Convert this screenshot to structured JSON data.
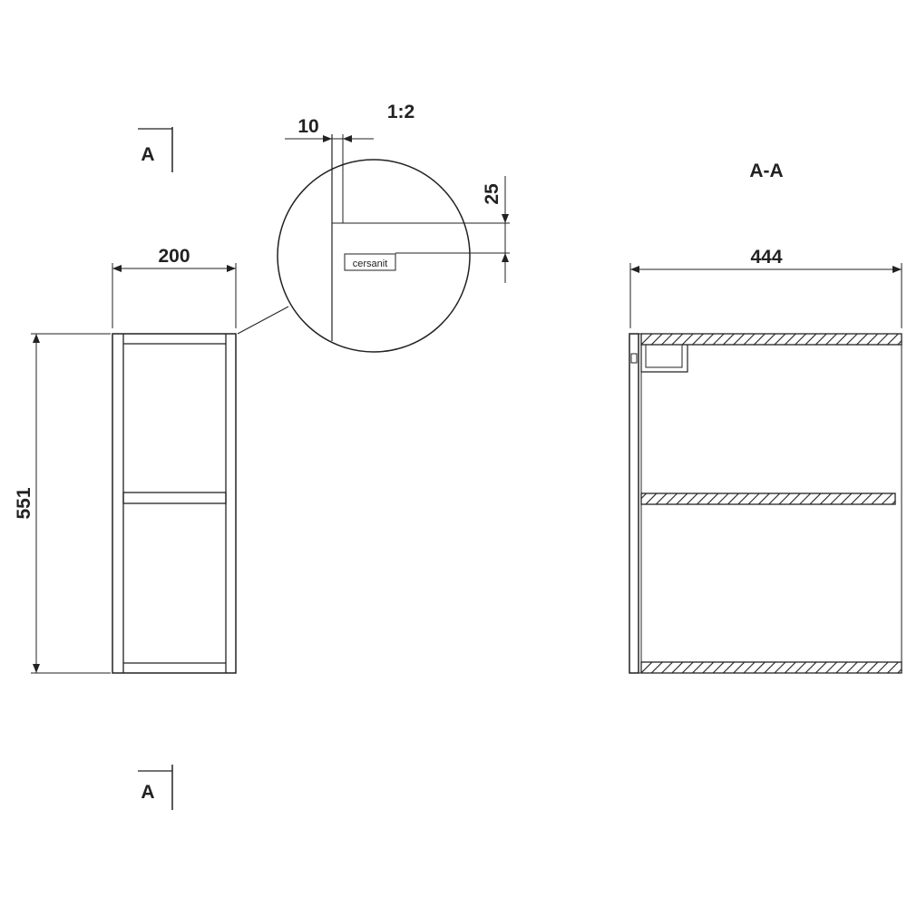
{
  "front_view": {
    "width_label": "200",
    "height_label": "551"
  },
  "detail": {
    "scale_label": "1:2",
    "offset_x_label": "10",
    "offset_y_label": "25",
    "logo_text": "cersanit"
  },
  "section": {
    "title": "A-A",
    "width_label": "444"
  },
  "section_markers": {
    "top_label": "A",
    "bottom_label": "A"
  },
  "colors": {
    "line": "#222222",
    "background": "#ffffff"
  }
}
